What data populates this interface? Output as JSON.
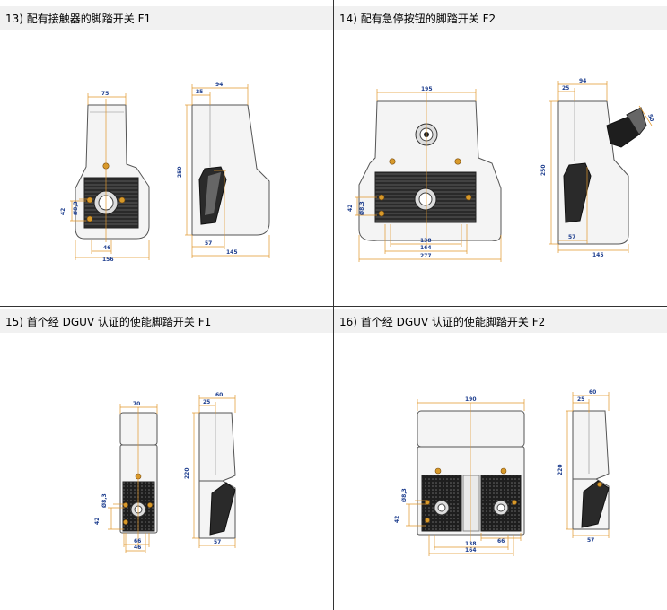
{
  "panels": [
    {
      "title": "13) 配有接触器的脚踏开关 F1"
    },
    {
      "title": "14) 配有急停按钮的脚踏开关 F2"
    },
    {
      "title": "15) 首个经 DGUV 认证的使能脚踏开关 F1"
    },
    {
      "title": "16) 首个经 DGUV 认证的使能脚踏开关 F2"
    }
  ],
  "dims": {
    "p13": {
      "w75": "75",
      "w94": "94",
      "w25": "25",
      "h250": "250",
      "h42": "42",
      "d83": "Ø8,3",
      "w46": "46",
      "w156": "156",
      "w57": "57",
      "w145": "145"
    },
    "p14": {
      "w195": "195",
      "w94": "94",
      "w25": "25",
      "r50": "50",
      "h250": "250",
      "h42": "42",
      "d83": "Ø8,3",
      "w138": "138",
      "w164": "164",
      "w277": "277",
      "w57": "57",
      "w145": "145"
    },
    "p15": {
      "w70": "70",
      "w60": "60",
      "w25": "25",
      "h220": "220",
      "d83": "Ø8,3",
      "h42": "42",
      "w66": "66",
      "w46": "46",
      "w57": "57"
    },
    "p16": {
      "w190": "190",
      "w60": "60",
      "w25": "25",
      "h220": "220",
      "d83": "Ø8,3",
      "h42": "42",
      "w138": "138",
      "w164": "164",
      "w66": "66",
      "w57": "57"
    }
  },
  "colors": {
    "outline": "#555555",
    "housing": "#f4f4f4",
    "dim": "#e0962a",
    "dimtext": "#1f3f8f",
    "screw": "#d89a2a",
    "divider": "#333333",
    "header": "#f1f1f1"
  }
}
